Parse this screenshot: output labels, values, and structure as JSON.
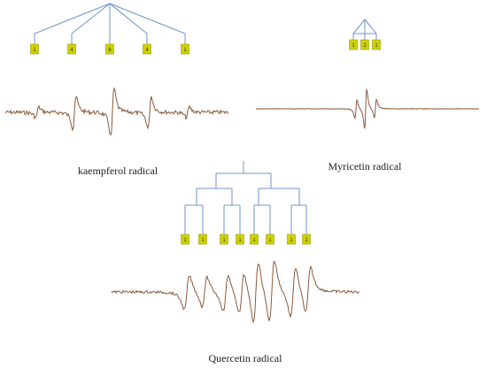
{
  "colors": {
    "tree": "#6f95c8",
    "box_fill": "#cfd200",
    "box_stroke": "#9a9a00",
    "spectrum_main": "#8a5a3a",
    "spectrum_peak": "#d64545",
    "spectrum_noise": "#6a7f48"
  },
  "panels": {
    "kaempferol": {
      "caption": "kaempferol radical",
      "intensities": [
        "1",
        "4",
        "6",
        "4",
        "1"
      ]
    },
    "myricetin": {
      "caption": "Myricetin radical",
      "intensities": [
        "1",
        "2",
        "1"
      ]
    },
    "quercetin": {
      "caption": "Quercetin radical",
      "intensities": [
        "1",
        "1",
        "1",
        "1",
        "1",
        "1",
        "1",
        "1"
      ]
    }
  }
}
